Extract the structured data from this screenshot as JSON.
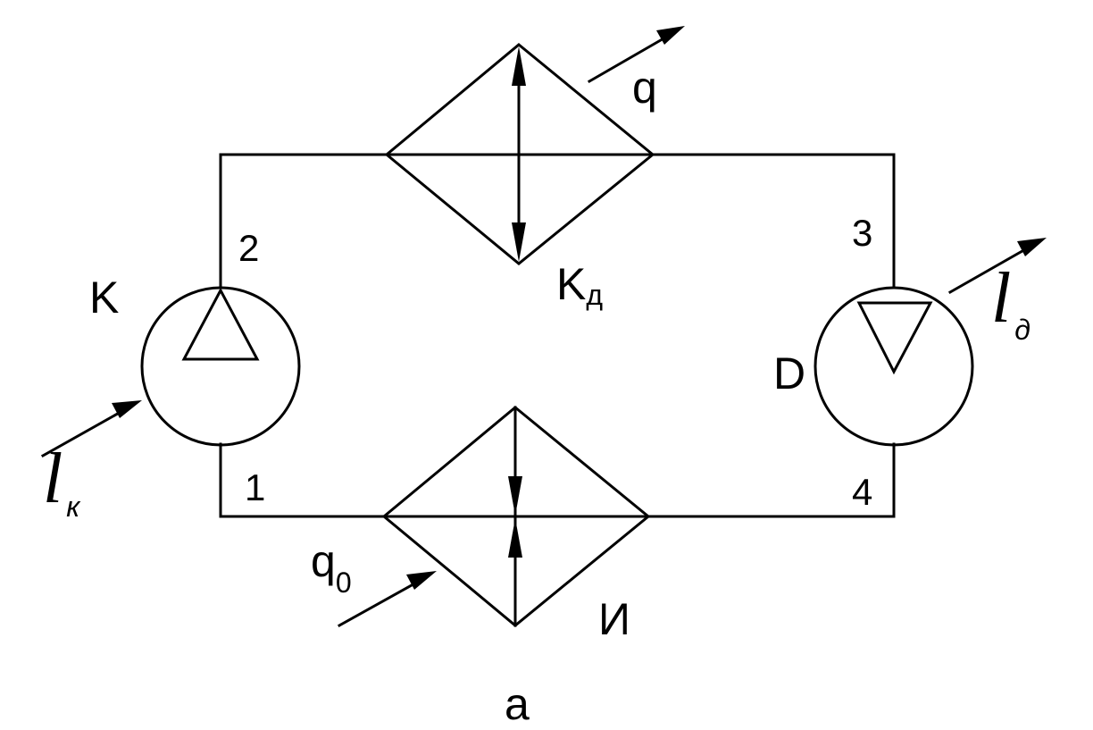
{
  "labels": {
    "compressor": "K",
    "condenser_main": "K",
    "condenser_sub": "д",
    "expander": "D",
    "evaporator": "И",
    "caption": "a",
    "point_1": "1",
    "point_2": "2",
    "point_3": "3",
    "point_4": "4",
    "heat_out": "q",
    "heat_in_main": "q",
    "heat_in_sub": "0",
    "work_compressor_main": "l",
    "work_compressor_sub": "к",
    "work_expander_main": "l",
    "work_expander_sub": "д"
  }
}
